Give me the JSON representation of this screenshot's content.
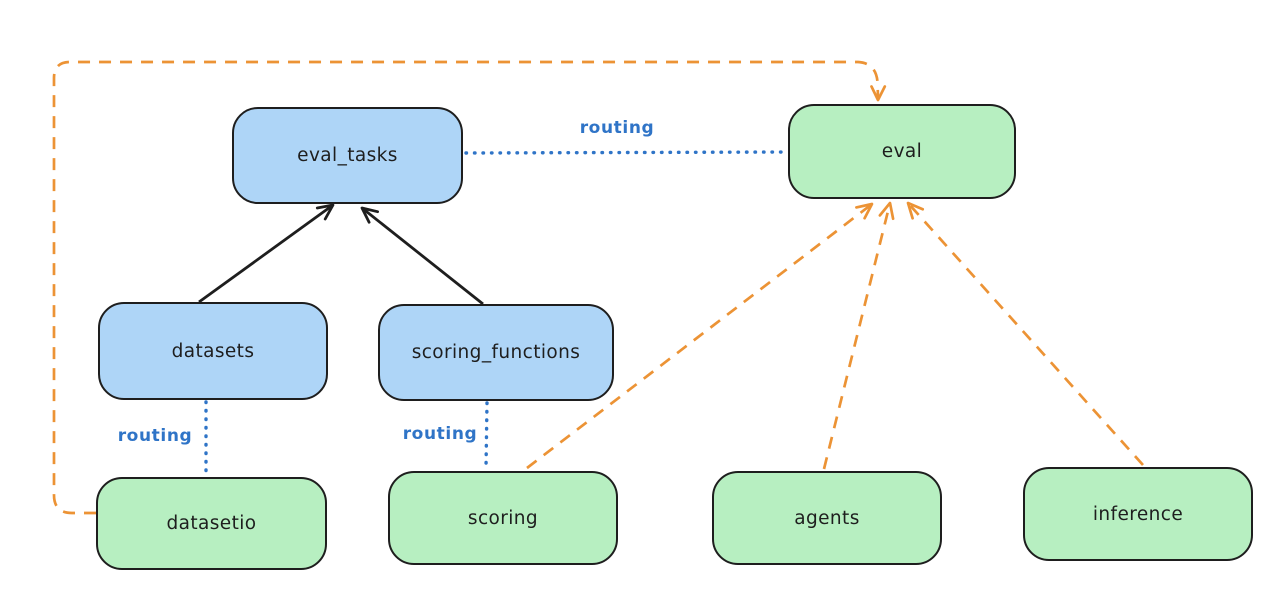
{
  "diagram": {
    "colors": {
      "background": "#ffffff",
      "node_border": "#1e1e1e",
      "node_text": "#1e1e1e",
      "blue_fill": "#aed5f7",
      "green_fill": "#b7efc1",
      "orange": "#ec9335",
      "routing_blue": "#2f74c7",
      "black_arrow": "#1e1e1e"
    },
    "nodes": [
      {
        "id": "eval_tasks",
        "label": "eval_tasks",
        "color": "blue"
      },
      {
        "id": "eval",
        "label": "eval",
        "color": "green"
      },
      {
        "id": "datasets",
        "label": "datasets",
        "color": "blue"
      },
      {
        "id": "scoring_functions",
        "label": "scoring_functions",
        "color": "blue"
      },
      {
        "id": "datasetio",
        "label": "datasetio",
        "color": "green"
      },
      {
        "id": "scoring",
        "label": "scoring",
        "color": "green"
      },
      {
        "id": "agents",
        "label": "agents",
        "color": "green"
      },
      {
        "id": "inference",
        "label": "inference",
        "color": "green"
      }
    ],
    "edges": [
      {
        "from": "datasets",
        "to": "eval_tasks",
        "style": "solid-black-arrow",
        "label": ""
      },
      {
        "from": "scoring_functions",
        "to": "eval_tasks",
        "style": "solid-black-arrow",
        "label": ""
      },
      {
        "from": "eval_tasks",
        "to": "eval",
        "style": "dotted-blue",
        "label": "routing"
      },
      {
        "from": "datasets",
        "to": "datasetio",
        "style": "dotted-blue",
        "label": "routing"
      },
      {
        "from": "scoring_functions",
        "to": "scoring",
        "style": "dotted-blue",
        "label": "routing"
      },
      {
        "from": "datasetio",
        "to": "eval",
        "style": "dashed-orange-arrow",
        "label": ""
      },
      {
        "from": "scoring",
        "to": "eval",
        "style": "dashed-orange-arrow",
        "label": ""
      },
      {
        "from": "agents",
        "to": "eval",
        "style": "dashed-orange-arrow",
        "label": ""
      },
      {
        "from": "inference",
        "to": "eval",
        "style": "dashed-orange-arrow",
        "label": ""
      }
    ]
  }
}
